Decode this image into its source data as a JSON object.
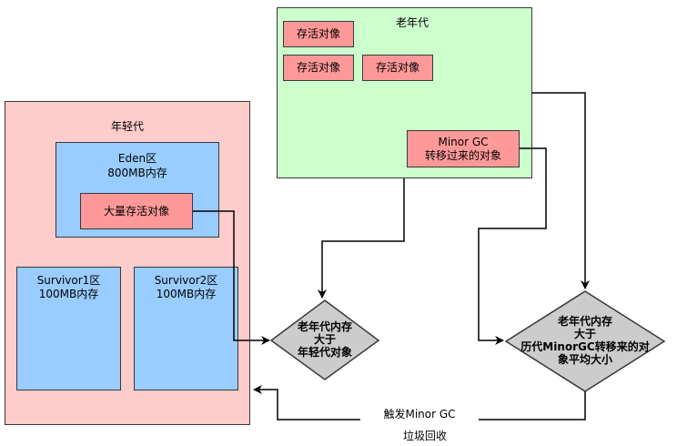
{
  "young_gen": {
    "title": "年轻代",
    "eden": {
      "name": "Eden区",
      "size": "800MB内存",
      "live_objects": "大量存活对像"
    },
    "survivor1": {
      "name": "Survivor1区",
      "size": "100MB内存"
    },
    "survivor2": {
      "name": "Survivor2区",
      "size": "100MB内存"
    }
  },
  "old_gen": {
    "title": "老年代",
    "objects": [
      "存活对像",
      "存活对像",
      "存活对像"
    ],
    "promoted": {
      "line1": "Minor GC",
      "line2": "转移过来的对象"
    }
  },
  "decision1": {
    "line1": "老年代内存",
    "line2": "大于",
    "line3": "年轻代对象"
  },
  "decision2": {
    "line1": "老年代内存",
    "line2": "大于",
    "line3": "历代MinorGC转移来的对",
    "line4": "象平均大小"
  },
  "edge_labels": {
    "trigger": "触发Minor GC",
    "gc": "垃圾回收"
  },
  "colors": {
    "young": "#ffcccc",
    "old": "#ccffcc",
    "region": "#99ccff",
    "object": "#ff9999",
    "decision": "#cccccc",
    "stroke": "#36393d"
  }
}
